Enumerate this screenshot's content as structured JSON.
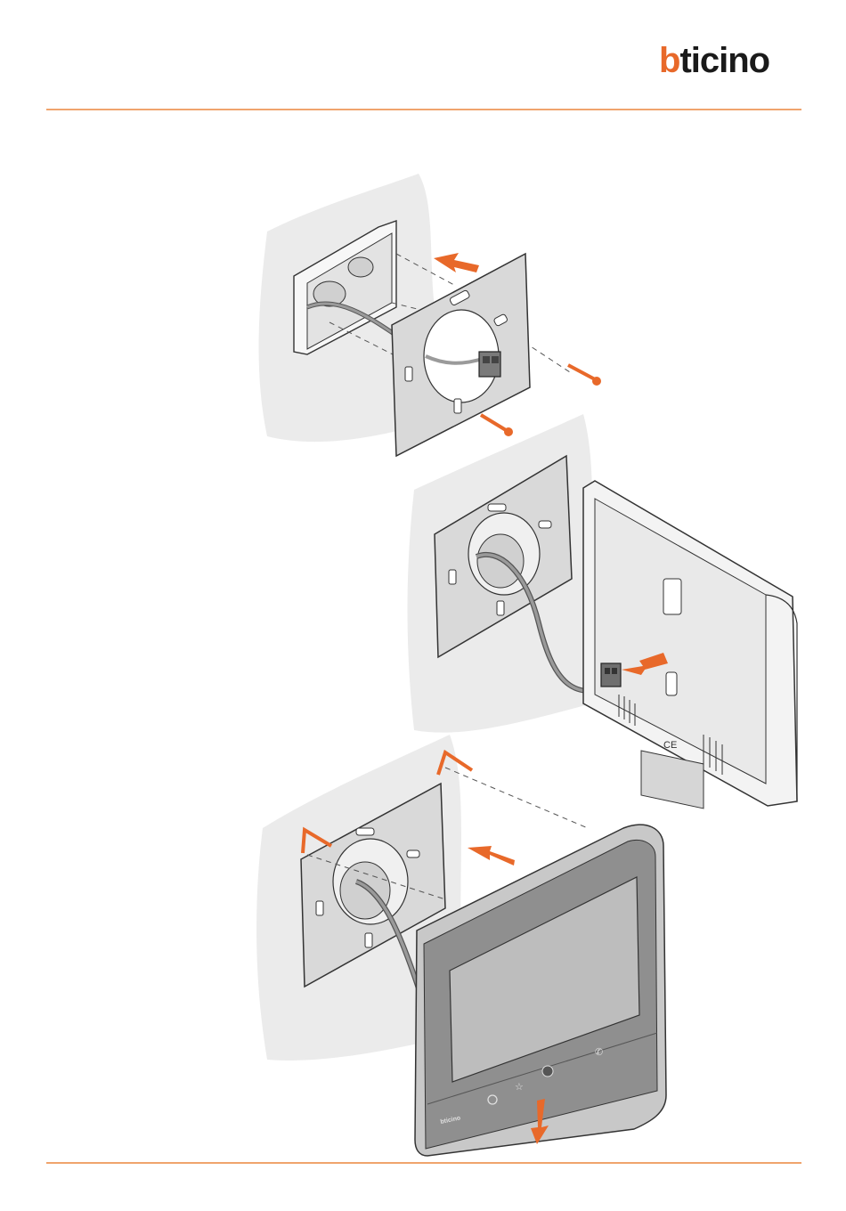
{
  "header": {
    "brand_mark": "b",
    "brand_rest": "ticino"
  },
  "colors": {
    "accent": "#e8692a",
    "rule": "#f0a46d",
    "wall": "#ebebeb",
    "plate": "#d9d9d9",
    "outline": "#333333",
    "device_frame": "#c8c8c8",
    "screen": "#bdbdbd"
  },
  "steps": [
    {
      "name": "fix-plate-to-box"
    },
    {
      "name": "connect-terminal-block"
    },
    {
      "name": "hook-device-on-plate"
    }
  ],
  "device": {
    "ce_mark": "CE",
    "front_logo": "bticino"
  }
}
